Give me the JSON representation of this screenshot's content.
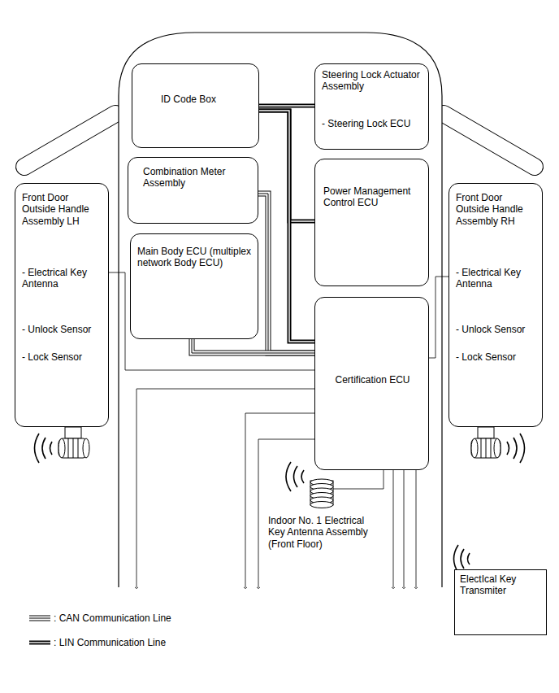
{
  "diagram": {
    "nodes": [
      {
        "text": [
          "Front Door Outside Handle Assembly LH",
          "- Electrical Key Antenna",
          "- Unlock Sensor",
          "- Lock Sensor"
        ]
      },
      {
        "text": [
          "ID Code Box"
        ]
      },
      {
        "text": [
          "Steering Lock Actuator Assembly",
          "- Steering Lock ECU"
        ]
      },
      {
        "text": [
          "Combination Meter Assembly"
        ]
      },
      {
        "text": [
          "Power Management Control ECU"
        ]
      },
      {
        "text": [
          "Main Body ECU (multiplex network Body ECU)"
        ]
      },
      {
        "text": [
          "Front Door Outside Handle Assembly RH",
          "- Electrical Key Antenna",
          "- Unlock Sensor",
          "- Lock Sensor"
        ]
      },
      {
        "text": [
          "Certification ECU"
        ]
      },
      {
        "text": [
          "Indoor No. 1 Electrical Key Antenna Assembly (Front Floor)"
        ]
      },
      {
        "text": [
          "ElectIcal Key Transmiter"
        ]
      }
    ],
    "edges": [
      {
        "from": 1,
        "to": 2,
        "arrow": "none"
      },
      {
        "from": 1,
        "to": 4,
        "arrow": "none"
      },
      {
        "from": 1,
        "to": 7,
        "arrow": "none"
      },
      {
        "from": 3,
        "to": 7,
        "arrow": "none"
      },
      {
        "from": 5,
        "to": 7,
        "arrow": "none"
      },
      {
        "from": 0,
        "to": 7,
        "arrow": "none"
      },
      {
        "from": 6,
        "to": 7,
        "arrow": "none"
      },
      {
        "from": 8,
        "to": 7,
        "arrow": "none"
      }
    ],
    "legend": [
      {
        "text": ": CAN Communication Line"
      },
      {
        "text": ": LIN Communication Line"
      }
    ]
  }
}
